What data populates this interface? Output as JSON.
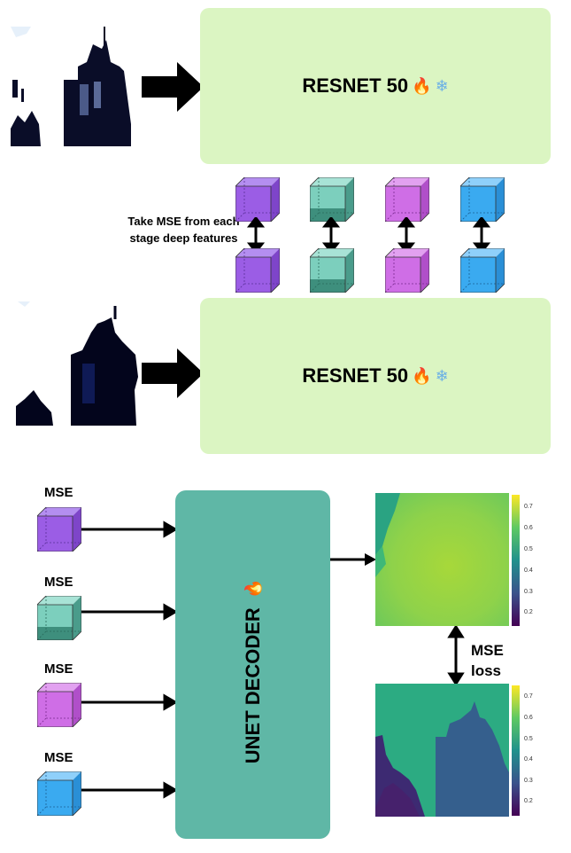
{
  "top_encoder": {
    "title": "RESNET 50",
    "icons": [
      "fire-icon",
      "snowflake-icon"
    ]
  },
  "bottom_encoder": {
    "title": "RESNET 50",
    "icons": [
      "fire-icon",
      "snowflake-icon"
    ]
  },
  "feature_note": "Take MSE from each stage deep features",
  "mse_labels": [
    "MSE",
    "MSE",
    "MSE",
    "MSE"
  ],
  "decoder": {
    "title": "UNET DECODER",
    "icon": "fire-icon"
  },
  "loss_label_line1": "MSE",
  "loss_label_line2": "loss",
  "colorbar_ticks": [
    "0.7",
    "0.6",
    "0.5",
    "0.4",
    "0.3",
    "0.2"
  ],
  "colorbar2_ticks": [
    "0.7",
    "0.6",
    "0.5",
    "0.4",
    "0.3",
    "0.2"
  ],
  "colors": {
    "encoder_bg": "#dbf5c2",
    "decoder_bg": "#5fb7a6",
    "cube_purple": "#9b5de5",
    "cube_teal": "#4cae9a",
    "cube_violet": "#cf6ee6",
    "cube_blue": "#3aaaf0"
  }
}
